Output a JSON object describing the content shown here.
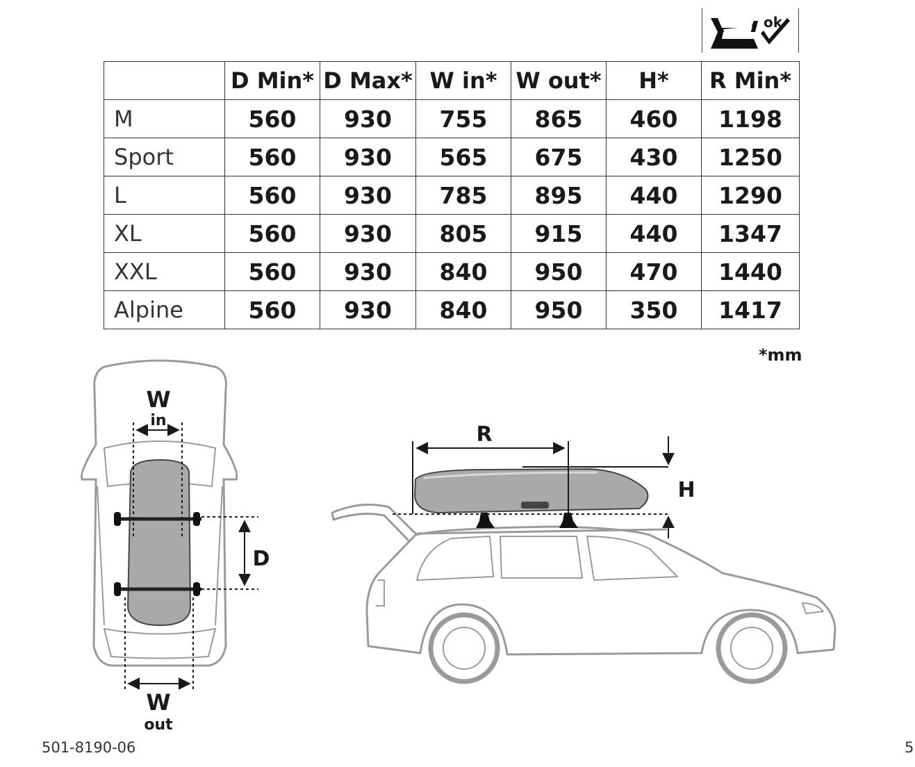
{
  "badge": {
    "ok_label": "ok"
  },
  "table": {
    "headers": [
      "",
      "D Min*",
      "D Max*",
      "W in*",
      "W out*",
      "H*",
      "R Min*"
    ],
    "rows": [
      {
        "label": "M",
        "values": [
          "560",
          "930",
          "755",
          "865",
          "460",
          "1198"
        ]
      },
      {
        "label": "Sport",
        "values": [
          "560",
          "930",
          "565",
          "675",
          "430",
          "1250"
        ]
      },
      {
        "label": "L",
        "values": [
          "560",
          "930",
          "785",
          "895",
          "440",
          "1290"
        ]
      },
      {
        "label": "XL",
        "values": [
          "560",
          "930",
          "805",
          "915",
          "440",
          "1347"
        ]
      },
      {
        "label": "XXL",
        "values": [
          "560",
          "930",
          "840",
          "950",
          "470",
          "1440"
        ]
      },
      {
        "label": "Alpine",
        "values": [
          "560",
          "930",
          "840",
          "950",
          "350",
          "1417"
        ]
      }
    ],
    "unit_note": "*mm"
  },
  "diagram": {
    "w_label": "W",
    "in_label": "in",
    "out_label": "out",
    "d_label": "D",
    "r_label": "R",
    "h_label": "H"
  },
  "footer": {
    "doc_number": "501-8190-06",
    "page_number": "5"
  },
  "colors": {
    "ink": "#1a1a1a",
    "car_outline": "#9a9a9a",
    "box_fill": "#a9a9a9"
  }
}
